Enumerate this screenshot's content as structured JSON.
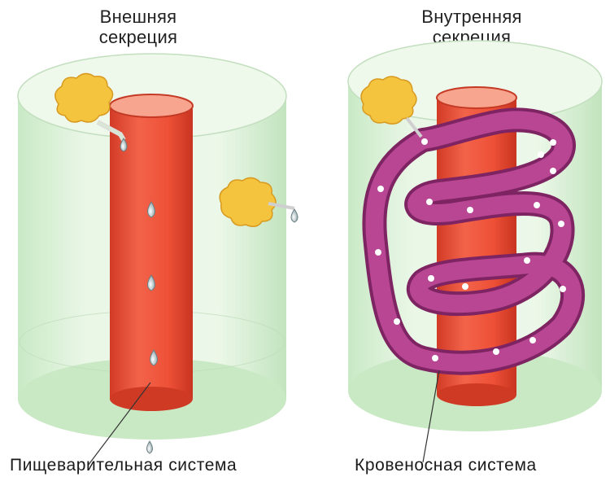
{
  "left_panel": {
    "title_line1": "Внешняя",
    "title_line2": "секреция",
    "bottom_label": "Пищеварительная система"
  },
  "right_panel": {
    "title_line1": "Внутренняя",
    "title_line2": "секреция",
    "bottom_label": "Кровеносная система"
  },
  "colors": {
    "cylinder_fill": "#d9efd6",
    "vessel_red": "#ec4f36",
    "gland_yellow": "#f3c33c",
    "blood_vessel_magenta": "#a63a86"
  }
}
